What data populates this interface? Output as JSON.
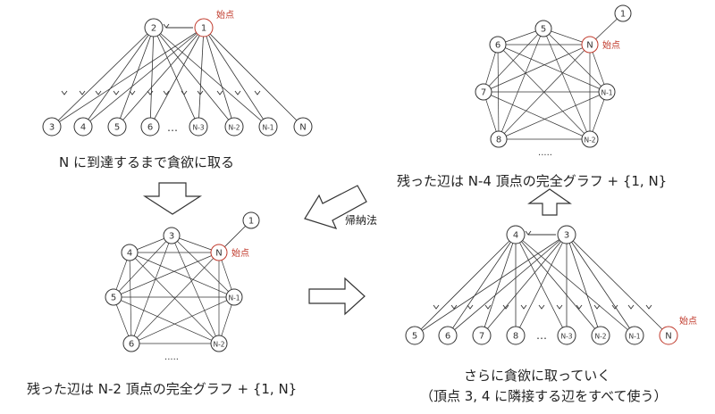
{
  "labels": {
    "start": "始点",
    "ellipsis_row": "…",
    "ellipsis_dots": "·····"
  },
  "panel1": {
    "top_nodes": [
      "2",
      "1"
    ],
    "bottom_nodes": [
      "3",
      "4",
      "5",
      "6",
      "N-3",
      "N-2",
      "N-1",
      "N"
    ],
    "caption": "N に到達するまで貪欲に取る"
  },
  "panel2": {
    "nodes": [
      "4",
      "3",
      "N",
      "5",
      "N-1",
      "6",
      "N-2"
    ],
    "extra_node": "1",
    "caption": "残った辺は N-2 頂点の完全グラフ + {1, N}"
  },
  "panel3": {
    "top_nodes": [
      "4",
      "3"
    ],
    "bottom_nodes": [
      "5",
      "6",
      "7",
      "8",
      "N-3",
      "N-2",
      "N-1",
      "N"
    ],
    "caption_line1": "さらに貪欲に取っていく",
    "caption_line2": "（頂点 3, 4 に隣接する辺をすべて使う）"
  },
  "panel4": {
    "nodes": [
      "6",
      "5",
      "N",
      "7",
      "N-1",
      "8",
      "N-2"
    ],
    "extra_node": "1",
    "caption": "残った辺は N-4 頂点の完全グラフ + {1, N}"
  },
  "induction_label": "帰納法",
  "colors": {
    "ink": "#333333",
    "start_red": "#c0392b"
  }
}
